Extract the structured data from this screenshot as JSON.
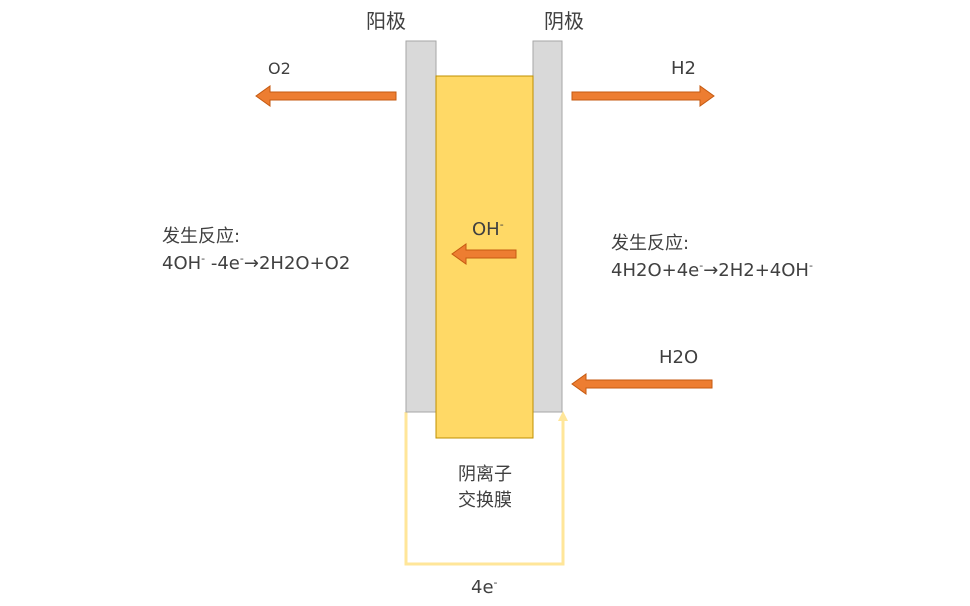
{
  "labels": {
    "anode": "阳极",
    "cathode": "阴极",
    "o2": "O2",
    "h2": "H2",
    "oh_ion": "OH",
    "minus_sign": "-",
    "h2o": "H2O",
    "membrane_line1": "阴离子",
    "membrane_line2": "交换膜",
    "electron_flow": "4e"
  },
  "anode_reaction": {
    "title": "发生反应:",
    "eq_part1": "4OH",
    "eq_part2": " -4e",
    "eq_part3": "→2H2O+O2"
  },
  "cathode_reaction": {
    "title": "发生反应:",
    "eq_part1": "4H2O+4e",
    "eq_part2": "→2H2+4OH"
  },
  "colors": {
    "electrode": "#d9d9d9",
    "electrode_border": "#a6a6a6",
    "membrane": "#ffd966",
    "membrane_border": "#bf9000",
    "arrow": "#ed7d31",
    "arrow_border": "#c55a11",
    "circuit": "#ffe699",
    "text": "#404040"
  }
}
